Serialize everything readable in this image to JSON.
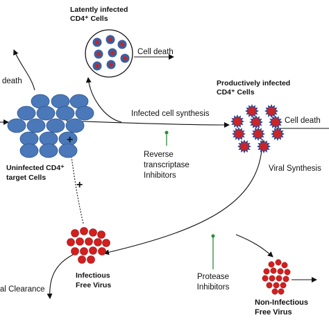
{
  "labels": {
    "latent_line1": "Latently infected",
    "latent_line2": "CD4⁺ Cells",
    "cell_death_top": "Cell death",
    "death_left": "death",
    "productive_line1": "Productively infected",
    "productive_line2": "CD4⁺ Cells",
    "cell_death_right": "Cell death",
    "infected_synthesis": "Infected cell synthesis",
    "uninfected_line1": "Uninfected CD4⁺",
    "uninfected_line2": "target Cells",
    "rt_line1": "Reverse",
    "rt_line2": "transcriptase",
    "rt_line3": "Inhibitors",
    "viral_synthesis": "Viral Synthesis",
    "plus_upper": "+",
    "plus_lower": "+",
    "infectious_line1": "Infectious",
    "infectious_line2": "Free Virus",
    "clearance": "al Clearance",
    "protease_line1": "Protease",
    "protease_line2": "Inhibitors",
    "noninf_line1": "Non-Infectious",
    "noninf_line2": "Free Virus"
  },
  "colors": {
    "uninfected_cell": "#4a78b8",
    "latent_cell_outer": "#3a5fa0",
    "latent_cell_inner": "#c0262b",
    "productive_cell": "#c8252b",
    "productive_spike": "#2a3f8c",
    "virus": "#d21f1f",
    "inhibitor_line": "#2d8a3c"
  }
}
